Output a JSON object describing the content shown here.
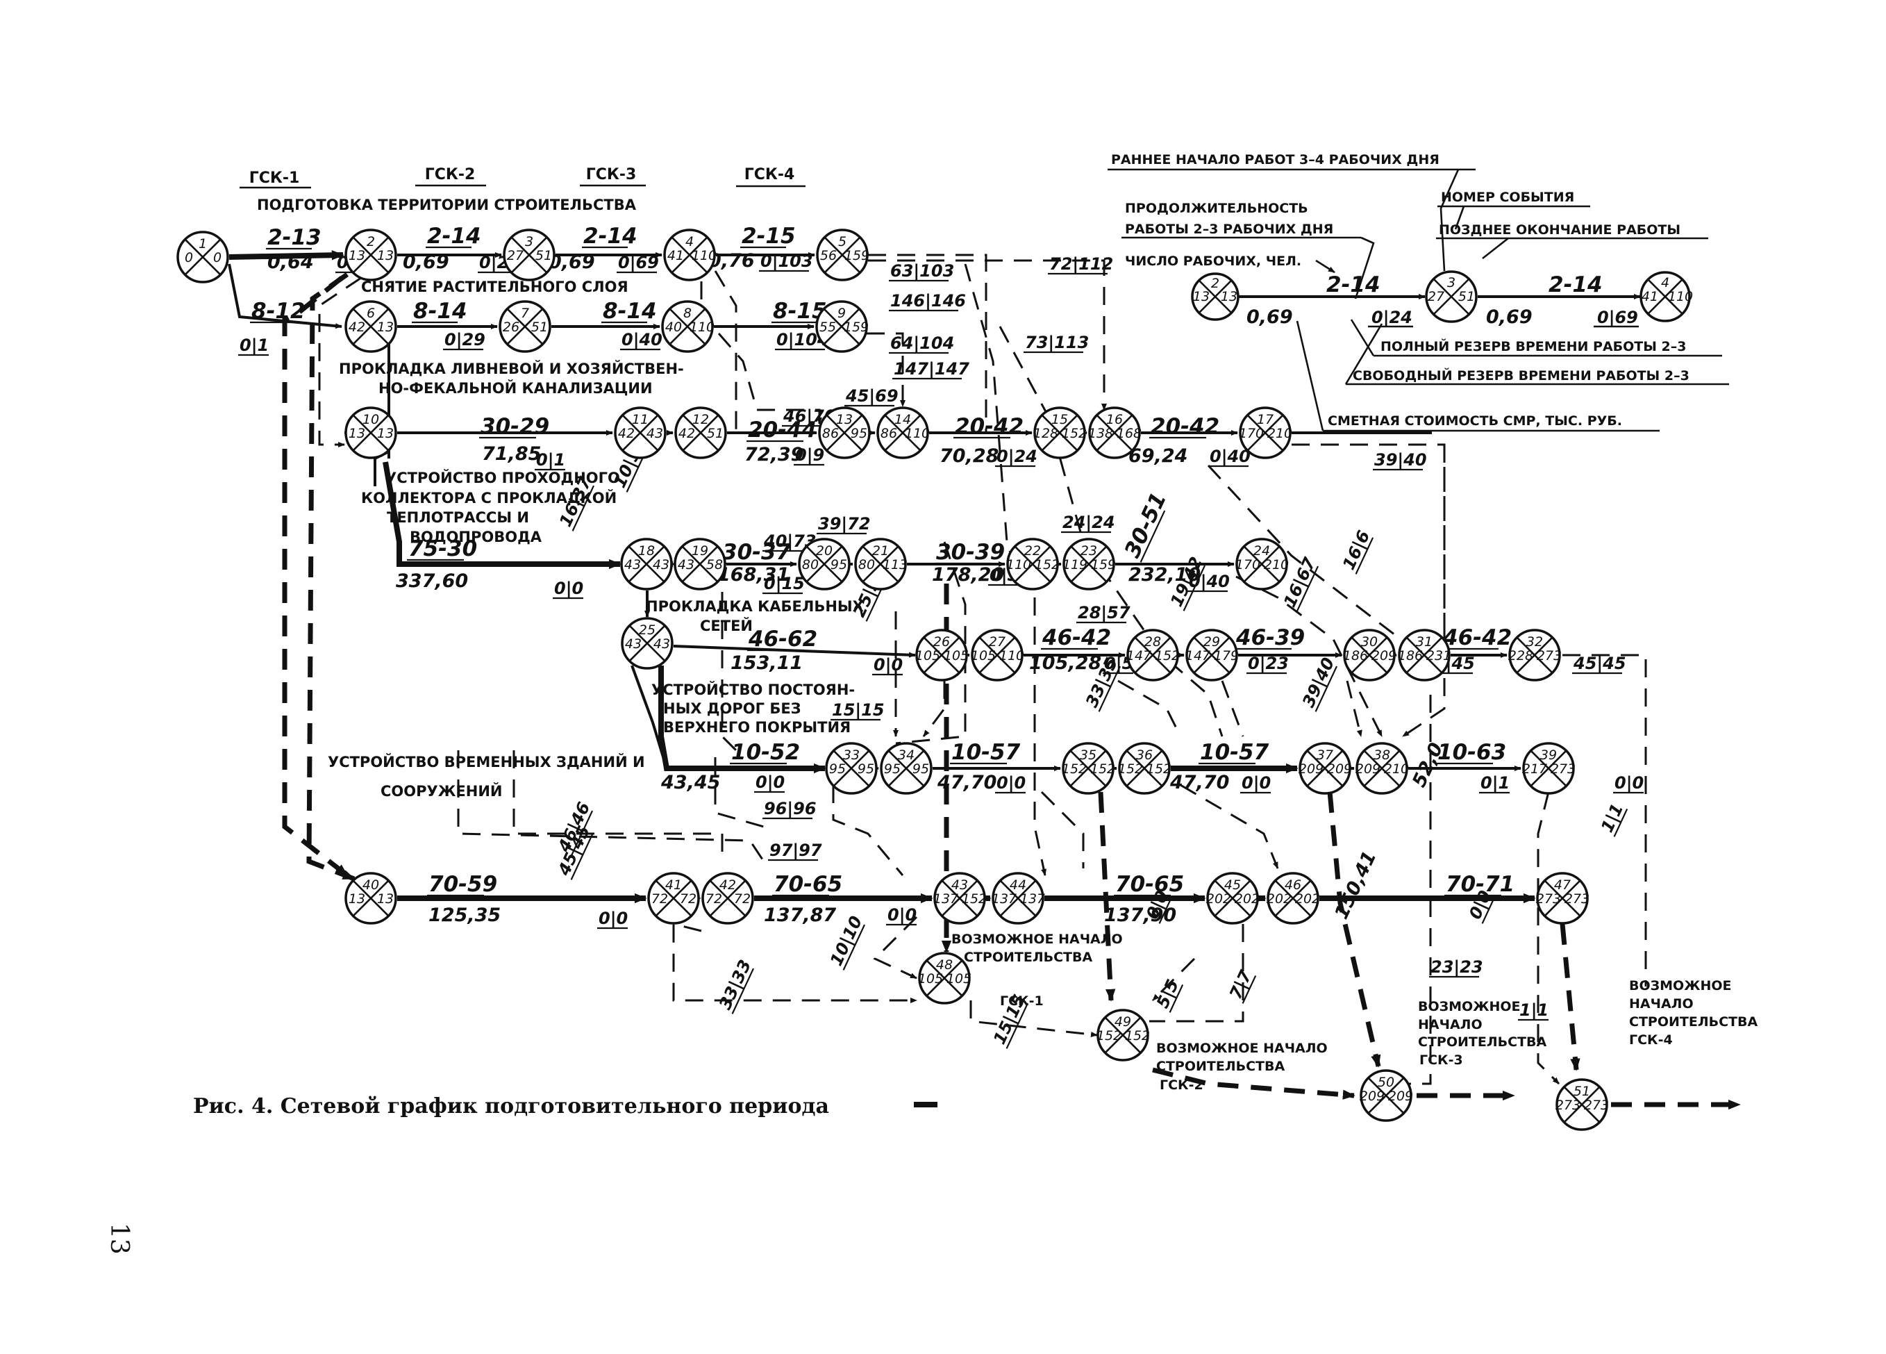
{
  "figure": {
    "caption": "Рис. 4. Сетевой график подготовительного периода",
    "page_number": "13"
  },
  "gsk_headers": [
    "ГСК-1",
    "ГСК-2",
    "ГСК-3",
    "ГСК-4"
  ],
  "work_captions": {
    "territory": "ПОДГОТОВКА ТЕРРИТОРИИ СТРОИТЕЛЬСТВА",
    "topsoil": "СНЯТИЕ РАСТИТЕЛЬНОГО СЛОЯ",
    "sewer_1": "ПРОКЛАДКА ЛИВНЕВОЙ И ХОЗЯЙСТВЕН-",
    "sewer_2": "НО-ФЕКАЛЬНОЙ КАНАЛИЗАЦИИ",
    "collector_1": "УСТРОЙСТВО ПРОХОДНОГО",
    "collector_2": "КОЛЛЕКТОРА С ПРОКЛАДКОЙ",
    "collector_3": "ТЕПЛОТРАССЫ И",
    "collector_4": "ВОДОПРОВОДА",
    "cable_1": "ПРОКЛАДКА КАБЕЛЬНЫХ",
    "cable_2": "СЕТЕЙ",
    "roads_1": "УСТРОЙСТВО ПОСТОЯН-",
    "roads_2": "НЫХ ДОРОГ БЕЗ",
    "roads_3": "ВЕРХНЕГО ПОКРЫТИЯ",
    "temp_1": "УСТРОЙСТВО ВРЕМЕННЫХ ЗДАНИЙ И",
    "temp_2": "СООРУЖЕНИЙ",
    "start_1": "ВОЗМОЖНОЕ НАЧАЛО",
    "start_1b": "СТРОИТЕЛЬСТВА",
    "gsk1": "ГСК-1",
    "start_2a": "ВОЗМОЖНОЕ НАЧАЛО",
    "start_2b": "СТРОИТЕЛЬСТВА",
    "start_2c": "ГСК-2",
    "start_3a": "ВОЗМОЖНОЕ",
    "start_3b": "НАЧАЛО",
    "start_3c": "СТРОИТЕЛЬСТВА",
    "start_3d": "ГСК-3",
    "start_4a": "ВОЗМОЖНОЕ",
    "start_4b": "НАЧАЛО",
    "start_4c": "СТРОИТЕЛЬСТВА",
    "start_4d": "ГСК-4"
  },
  "legend": {
    "early_start": "РАННЕЕ НАЧАЛО РАБОТ 3–4 РАБОЧИХ ДНЯ",
    "event_number": "НОМЕР СОБЫТИЯ",
    "duration_1": "ПРОДОЛЖИТЕЛЬНОСТЬ",
    "duration_2": "РАБОТЫ 2–3 РАБОЧИХ ДНЯ",
    "late_finish": "ПОЗДНЕЕ ОКОНЧАНИЕ РАБОТЫ",
    "workers": "ЧИСЛО РАБОЧИХ, ЧЕЛ.",
    "total_float": "ПОЛНЫЙ РЕЗЕРВ ВРЕМЕНИ РАБОТЫ 2–3",
    "free_float": "СВОБОДНЫЙ РЕЗЕРВ ВРЕМЕНИ РАБОТЫ 2–3",
    "cost": "СМЕТНАЯ СТОИМОСТЬ СМР, ТЫС. РУБ.",
    "sample_code_1": "2-14",
    "sample_code_2": "2-14",
    "sample_cost_1": "0,69",
    "sample_cost_2": "0,69",
    "sample_float_1": "0|24",
    "sample_float_2": "0|69",
    "ev_a": {
      "n": "2",
      "l": "13",
      "r": "13"
    },
    "ev_b": {
      "n": "3",
      "l": "27",
      "r": "51"
    },
    "ev_c": {
      "n": "4",
      "l": "41",
      "r": "110"
    }
  },
  "events": [
    {
      "n": "1",
      "l": "0",
      "r": "0"
    },
    {
      "n": "2",
      "l": "13",
      "r": "13"
    },
    {
      "n": "3",
      "l": "27",
      "r": "51"
    },
    {
      "n": "4",
      "l": "41",
      "r": "110"
    },
    {
      "n": "5",
      "l": "56",
      "r": "159"
    },
    {
      "n": "6",
      "l": "42",
      "r": "13"
    },
    {
      "n": "7",
      "l": "26",
      "r": "51"
    },
    {
      "n": "8",
      "l": "40",
      "r": "110"
    },
    {
      "n": "9",
      "l": "55",
      "r": "159"
    },
    {
      "n": "10",
      "l": "13",
      "r": "13"
    },
    {
      "n": "11",
      "l": "42",
      "r": "43"
    },
    {
      "n": "12",
      "l": "42",
      "r": "51"
    },
    {
      "n": "13",
      "l": "86",
      "r": "95"
    },
    {
      "n": "14",
      "l": "86",
      "r": "110"
    },
    {
      "n": "15",
      "l": "128",
      "r": "152"
    },
    {
      "n": "16",
      "l": "138",
      "r": "168"
    },
    {
      "n": "17",
      "l": "170",
      "r": "210"
    },
    {
      "n": "18",
      "l": "43",
      "r": "43"
    },
    {
      "n": "19",
      "l": "43",
      "r": "58"
    },
    {
      "n": "20",
      "l": "80",
      "r": "95"
    },
    {
      "n": "21",
      "l": "80",
      "r": "113"
    },
    {
      "n": "22",
      "l": "110",
      "r": "152"
    },
    {
      "n": "23",
      "l": "119",
      "r": "159"
    },
    {
      "n": "24",
      "l": "170",
      "r": "210"
    },
    {
      "n": "25",
      "l": "43",
      "r": "43"
    },
    {
      "n": "26",
      "l": "105",
      "r": "105"
    },
    {
      "n": "27",
      "l": "105",
      "r": "110"
    },
    {
      "n": "28",
      "l": "147",
      "r": "152"
    },
    {
      "n": "29",
      "l": "147",
      "r": "179"
    },
    {
      "n": "30",
      "l": "186",
      "r": "209"
    },
    {
      "n": "31",
      "l": "186",
      "r": "231"
    },
    {
      "n": "32",
      "l": "228",
      "r": "273"
    },
    {
      "n": "33",
      "l": "95",
      "r": "95"
    },
    {
      "n": "34",
      "l": "95",
      "r": "95"
    },
    {
      "n": "35",
      "l": "152",
      "r": "152"
    },
    {
      "n": "36",
      "l": "152",
      "r": "152"
    },
    {
      "n": "37",
      "l": "209",
      "r": "209"
    },
    {
      "n": "38",
      "l": "209",
      "r": "210"
    },
    {
      "n": "39",
      "l": "217",
      "r": "273"
    },
    {
      "n": "40",
      "l": "13",
      "r": "13"
    },
    {
      "n": "41",
      "l": "72",
      "r": "72"
    },
    {
      "n": "42",
      "l": "72",
      "r": "72"
    },
    {
      "n": "43",
      "l": "137",
      "r": "152"
    },
    {
      "n": "44",
      "l": "137",
      "r": "137"
    },
    {
      "n": "45",
      "l": "202",
      "r": "202"
    },
    {
      "n": "46",
      "l": "202",
      "r": "202"
    },
    {
      "n": "47",
      "l": "273",
      "r": "273"
    },
    {
      "n": "48",
      "l": "105",
      "r": "105"
    },
    {
      "n": "49",
      "l": "152",
      "r": "152"
    },
    {
      "n": "50",
      "l": "209",
      "r": "209"
    },
    {
      "n": "51",
      "l": "273",
      "r": "273"
    }
  ],
  "labels": [
    "2-13",
    "0,64",
    "0|0",
    "2-14",
    "0,69",
    "0|24",
    "2-14",
    "0,69",
    "0|69",
    "2-15",
    "0,76",
    "0|103",
    "8-12",
    "0|1",
    "8-14",
    "0|29",
    "8-14",
    "0|40",
    "8-15",
    "0|104",
    "63|103",
    "72|112",
    "146|146",
    "64|104",
    "73|113",
    "147|147",
    "45|69",
    "46|70",
    "30-29",
    "71,85",
    "0|1",
    "20-44",
    "72,39",
    "0|9",
    "20-42",
    "70,28",
    "0|24",
    "20-42",
    "69,24",
    "0|40",
    "39|40",
    "10|32",
    "16|37",
    "75-30",
    "337,60",
    "0|0",
    "40|73",
    "39|72",
    "30-37",
    "168,31",
    "0|15",
    "30-39",
    "178,20",
    "0|53",
    "24|24",
    "30-51",
    "232,10",
    "0|40",
    "19|42",
    "28|57",
    "16|6",
    "16|67",
    "25|30",
    "46-62",
    "153,11",
    "0|0",
    "46-42",
    "105,28",
    "0|5",
    "46-39",
    "0|23",
    "46-42",
    "0|45",
    "45|45",
    "33|35",
    "39|40",
    "15|15",
    "10-52",
    "0|0",
    "43,45",
    "96|96",
    "10-57",
    "47,70",
    "0|0",
    "10-57",
    "47,70",
    "0|0",
    "10-63",
    "52,0",
    "0|1",
    "0|0",
    "1|1",
    "46|46",
    "45|45",
    "97|97",
    "70-59",
    "125,35",
    "0|0",
    "70-65",
    "137,87",
    "0|0",
    "70-65",
    "137,90",
    "0|0",
    "70-71",
    "150,41",
    "0|0",
    "10|10",
    "33|33",
    "15|15",
    "5|5",
    "7|7",
    "23|23",
    "1|1"
  ]
}
